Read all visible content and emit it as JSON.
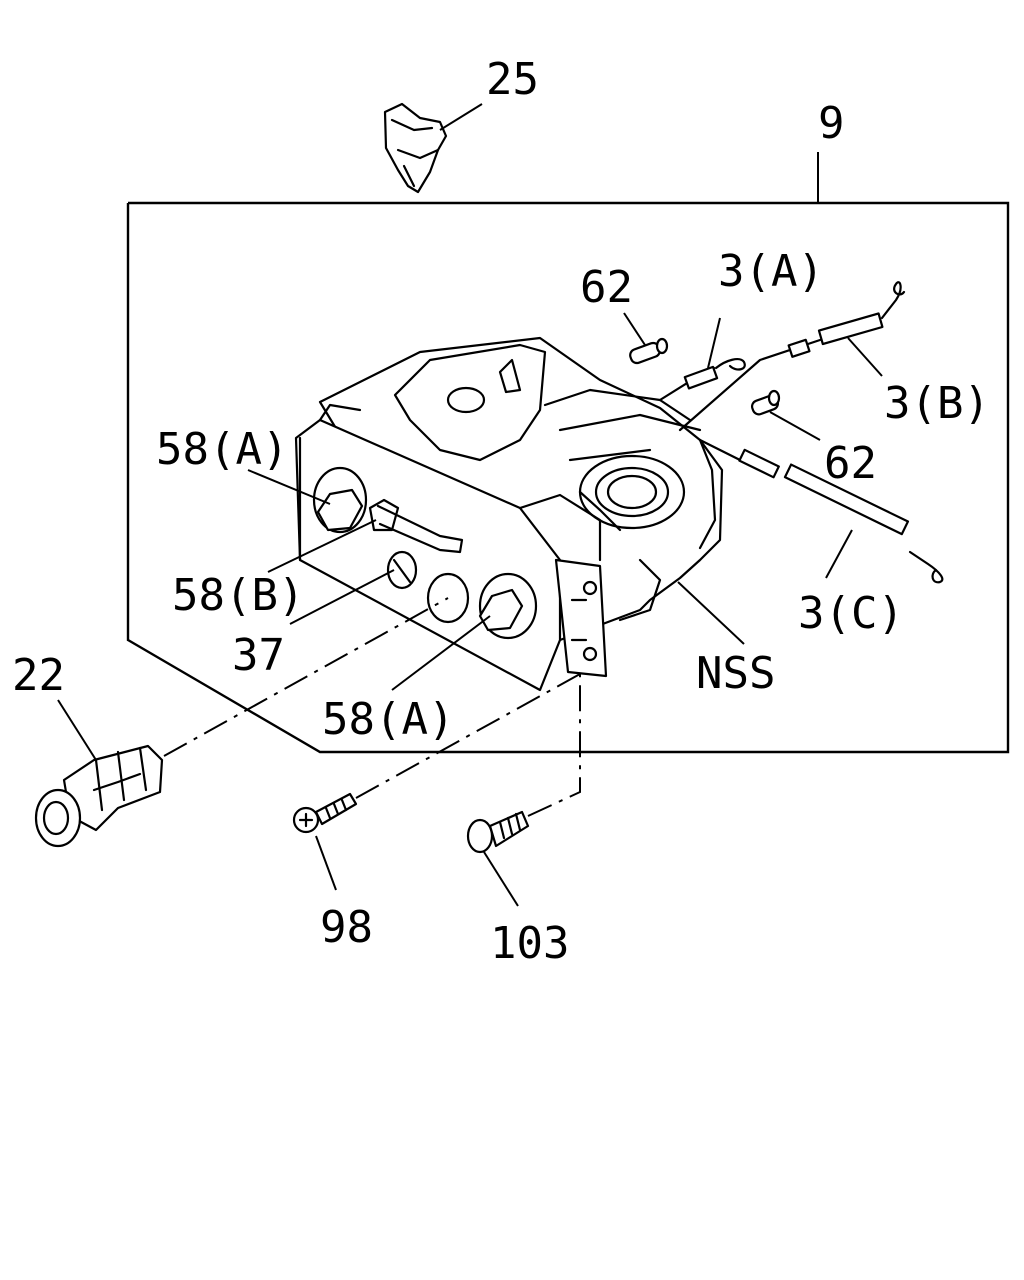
{
  "labels": {
    "p25": "25",
    "p9": "9",
    "p62a": "62",
    "p3a": "3(A)",
    "p3b": "3(B)",
    "p62b": "62",
    "p58a_top": "58(A)",
    "p58b": "58(B)",
    "p37": "37",
    "p22": "22",
    "p3c": "3(C)",
    "pNSS": "NSS",
    "p58a_bottom": "58(A)",
    "p98": "98",
    "p103": "103"
  }
}
